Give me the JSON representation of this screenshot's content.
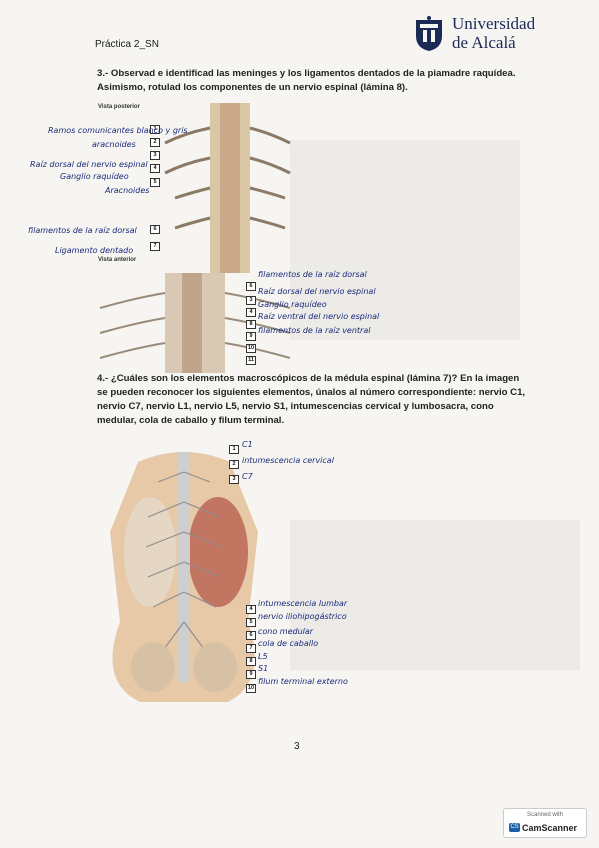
{
  "header": {
    "practice_title": "Práctica 2_SN",
    "university_name": "Universidad de Alcalá"
  },
  "question3": {
    "text": "3.- Observad e identificad las meninges y los ligamentos dentados de la piamadre raquídea. Asimismo, rotulad los componentes de un nervio espinal (lámina 8).",
    "view_posterior": "Vista posterior",
    "view_anterior": "Vista anterior",
    "labels_left": [
      {
        "num": "1",
        "text": "Ramos comunicantes blanco y gris"
      },
      {
        "num": "2",
        "text": "aracnoides"
      },
      {
        "num": "3",
        "text": "Raíz dorsal del nervio espinal"
      },
      {
        "num": "4",
        "text": "Ganglio raquídeo"
      },
      {
        "num": "5",
        "text": "Aracnoides"
      },
      {
        "num": "6",
        "text": "filamentos de la raíz dorsal"
      },
      {
        "num": "7",
        "text": "Ligamento dentado"
      }
    ],
    "labels_right": [
      {
        "num": "6",
        "text": "filamentos de la raíz dorsal"
      },
      {
        "num": "3",
        "text": "Raíz dorsal del nervio espinal"
      },
      {
        "num": "4",
        "text": "Ganglio raquídeo"
      },
      {
        "num": "8",
        "text": "Raíz ventral del nervio espinal"
      },
      {
        "num": "9",
        "text": "filamentos de la raíz ventral"
      },
      {
        "num": "10",
        "text": ""
      },
      {
        "num": "11",
        "text": ""
      }
    ]
  },
  "question4": {
    "text": "4.- ¿Cuáles son los elementos macroscópicos de la médula espinal (lámina 7)? En la imagen se pueden reconocer los siguientes elementos, únalos al número correspondiente: nervio C1, nervio C7, nervio L1, nervio L5, nervio S1, intumescencias cervical y lumbosacra, cono medular, cola de caballo y filum terminal.",
    "labels": [
      {
        "num": "1",
        "text": "C1"
      },
      {
        "num": "2",
        "text": "intumescencia cervical"
      },
      {
        "num": "3",
        "text": "C7"
      },
      {
        "num": "4",
        "text": "intumescencia lumbar"
      },
      {
        "num": "5",
        "text": "nervio iliohipogástrico"
      },
      {
        "num": "6",
        "text": "cono medular"
      },
      {
        "num": "7",
        "text": "cola de caballo"
      },
      {
        "num": "8",
        "text": "L5"
      },
      {
        "num": "9",
        "text": "S1"
      },
      {
        "num": "10",
        "text": "filum terminal externo"
      }
    ]
  },
  "footer": {
    "page_number": "3",
    "scanned_with": "Scanned with",
    "scanner_name": "CamScanner"
  }
}
